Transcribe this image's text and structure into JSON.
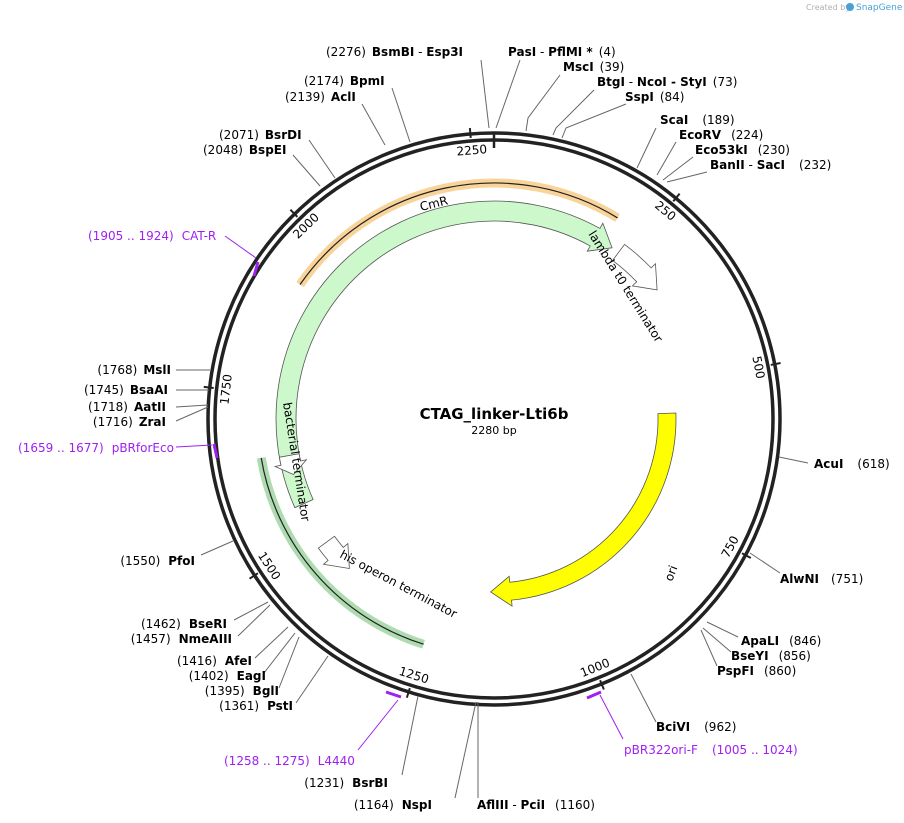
{
  "header": {
    "created_by": "Created by",
    "brand": "SnapGene"
  },
  "plasmid": {
    "name": "CTAG_linker-Lti6b",
    "length_label": "2280 bp",
    "length": 2280
  },
  "ticks": [
    {
      "pos": 250,
      "label": "250"
    },
    {
      "pos": 500,
      "label": "500"
    },
    {
      "pos": 750,
      "label": "750"
    },
    {
      "pos": 1000,
      "label": "1000"
    },
    {
      "pos": 1250,
      "label": "1250"
    },
    {
      "pos": 1500,
      "label": "1500"
    },
    {
      "pos": 1750,
      "label": "1750"
    },
    {
      "pos": 2000,
      "label": "2000"
    },
    {
      "pos": 2250,
      "label": "2250"
    }
  ],
  "features": [
    {
      "id": "cmr",
      "name": "CmR",
      "start": 1558,
      "end": 219,
      "direction": "cw",
      "color": "#ccf8cc",
      "track": "mid"
    },
    {
      "id": "lambda",
      "name": "lambda t0 terminator",
      "start": 233,
      "end": 327,
      "direction": "cw",
      "color": "#ffffff",
      "track": "mid"
    },
    {
      "id": "ori",
      "name": "ori",
      "start": 558,
      "end": 1147,
      "direction": "cw",
      "color": "#ffff00",
      "track": "inner"
    },
    {
      "id": "his",
      "name": "his operon terminator",
      "start": 1419,
      "end": 1480,
      "direction": "ccw",
      "color": "#ffffff",
      "track": "mid"
    },
    {
      "id": "bact",
      "name": "bacterial terminator",
      "start": 1612,
      "end": 1646,
      "direction": "ccw",
      "color": "#ffffff",
      "track": "mid"
    }
  ],
  "highlights": [
    {
      "id": "orange",
      "start": 1930,
      "end": 200,
      "color": "#f0a020"
    },
    {
      "id": "green",
      "start": 1250,
      "end": 1650,
      "color": "#4caf50"
    }
  ],
  "enzymes": [
    {
      "pos_label": "(2276)",
      "name": "BsmBI",
      "name2": "Esp3I",
      "suffix": ""
    },
    {
      "pos_label": "(4)",
      "name": "PasI",
      "name2": "PflMI *",
      "suffix": ""
    },
    {
      "pos_label": "(39)",
      "name": "MscI",
      "name2": "",
      "suffix": ""
    },
    {
      "pos_label": "(73)",
      "name": "BtgI",
      "name2": "NcoI - StyI",
      "suffix": ""
    },
    {
      "pos_label": "(84)",
      "name": "SspI",
      "name2": "",
      "suffix": ""
    },
    {
      "pos_label": "(2174)",
      "name": "BpmI",
      "name2": "",
      "suffix": ""
    },
    {
      "pos_label": "(2139)",
      "name": "AclI",
      "name2": "",
      "suffix": ""
    },
    {
      "pos_label": "(189)",
      "name": "ScaI",
      "name2": "",
      "suffix": ""
    },
    {
      "pos_label": "(224)",
      "name": "EcoRV",
      "name2": "",
      "suffix": ""
    },
    {
      "pos_label": "(230)",
      "name": "Eco53kI",
      "name2": "",
      "suffix": ""
    },
    {
      "pos_label": "(232)",
      "name": "BanII",
      "name2": "SacI",
      "suffix": ""
    },
    {
      "pos_label": "(2071)",
      "name": "BsrDI",
      "name2": "",
      "suffix": ""
    },
    {
      "pos_label": "(2048)",
      "name": "BspEI",
      "name2": "",
      "suffix": ""
    },
    {
      "pos_label": "(1768)",
      "name": "MslI",
      "name2": "",
      "suffix": ""
    },
    {
      "pos_label": "(1745)",
      "name": "BsaAI",
      "name2": "",
      "suffix": ""
    },
    {
      "pos_label": "(1718)",
      "name": "AatII",
      "name2": "",
      "suffix": ""
    },
    {
      "pos_label": "(1716)",
      "name": "ZraI",
      "name2": "",
      "suffix": ""
    },
    {
      "pos_label": "(618)",
      "name": "AcuI",
      "name2": "",
      "suffix": ""
    },
    {
      "pos_label": "(751)",
      "name": "AlwNI",
      "name2": "",
      "suffix": ""
    },
    {
      "pos_label": "(846)",
      "name": "ApaLI",
      "name2": "",
      "suffix": ""
    },
    {
      "pos_label": "(856)",
      "name": "BseYI",
      "name2": "",
      "suffix": ""
    },
    {
      "pos_label": "(860)",
      "name": "PspFI",
      "name2": "",
      "suffix": ""
    },
    {
      "pos_label": "(962)",
      "name": "BciVI",
      "name2": "",
      "suffix": ""
    },
    {
      "pos_label": "(1550)",
      "name": "PfoI",
      "name2": "",
      "suffix": ""
    },
    {
      "pos_label": "(1462)",
      "name": "BseRI",
      "name2": "",
      "suffix": ""
    },
    {
      "pos_label": "(1457)",
      "name": "NmeAIII",
      "name2": "",
      "suffix": ""
    },
    {
      "pos_label": "(1416)",
      "name": "AfeI",
      "name2": "",
      "suffix": ""
    },
    {
      "pos_label": "(1402)",
      "name": "EagI",
      "name2": "",
      "suffix": ""
    },
    {
      "pos_label": "(1395)",
      "name": "BglI",
      "name2": "",
      "suffix": ""
    },
    {
      "pos_label": "(1361)",
      "name": "PstI",
      "name2": "",
      "suffix": ""
    },
    {
      "pos_label": "(1231)",
      "name": "BsrBI",
      "name2": "",
      "suffix": ""
    },
    {
      "pos_label": "(1164)",
      "name": "NspI",
      "name2": "",
      "suffix": ""
    },
    {
      "pos_label": "(1160)",
      "name": "AflIII",
      "name2": "PciI",
      "suffix": ""
    }
  ],
  "primers": [
    {
      "range": "(1905 .. 1924)",
      "name": "CAT-R"
    },
    {
      "range": "(1659 .. 1677)",
      "name": "pBRforEco"
    },
    {
      "range": "(1258 .. 1275)",
      "name": "L4440"
    },
    {
      "range": "(1005 .. 1024)",
      "name": "pBR322ori-F"
    }
  ]
}
